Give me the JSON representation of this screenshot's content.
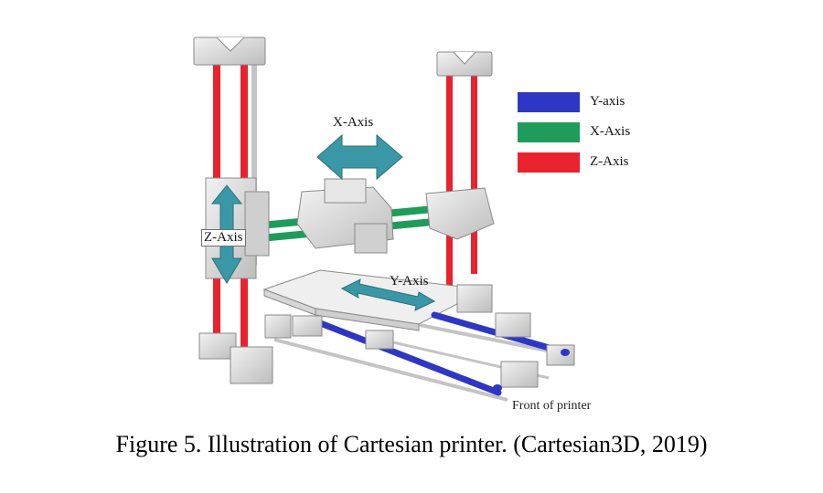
{
  "figure": {
    "legend": [
      {
        "label": "Y-axis",
        "color": "#2e37c4"
      },
      {
        "label": "X-Axis",
        "color": "#1f9c5a"
      },
      {
        "label": "Z-Axis",
        "color": "#e8232e"
      }
    ],
    "labels": {
      "x_axis": "X-Axis",
      "y_axis": "Y-Axis",
      "z_axis": "Z-Axis",
      "front": "Front of printer"
    },
    "caption": "Figure 5. Illustration of Cartesian printer. (Cartesian3D, 2019)",
    "colors": {
      "arrow": "#3a98a6",
      "frame": "#dcdcdc",
      "frame_edge": "#8a8a8a",
      "bed": "#efefef",
      "rod": "#c4c4c4"
    }
  }
}
